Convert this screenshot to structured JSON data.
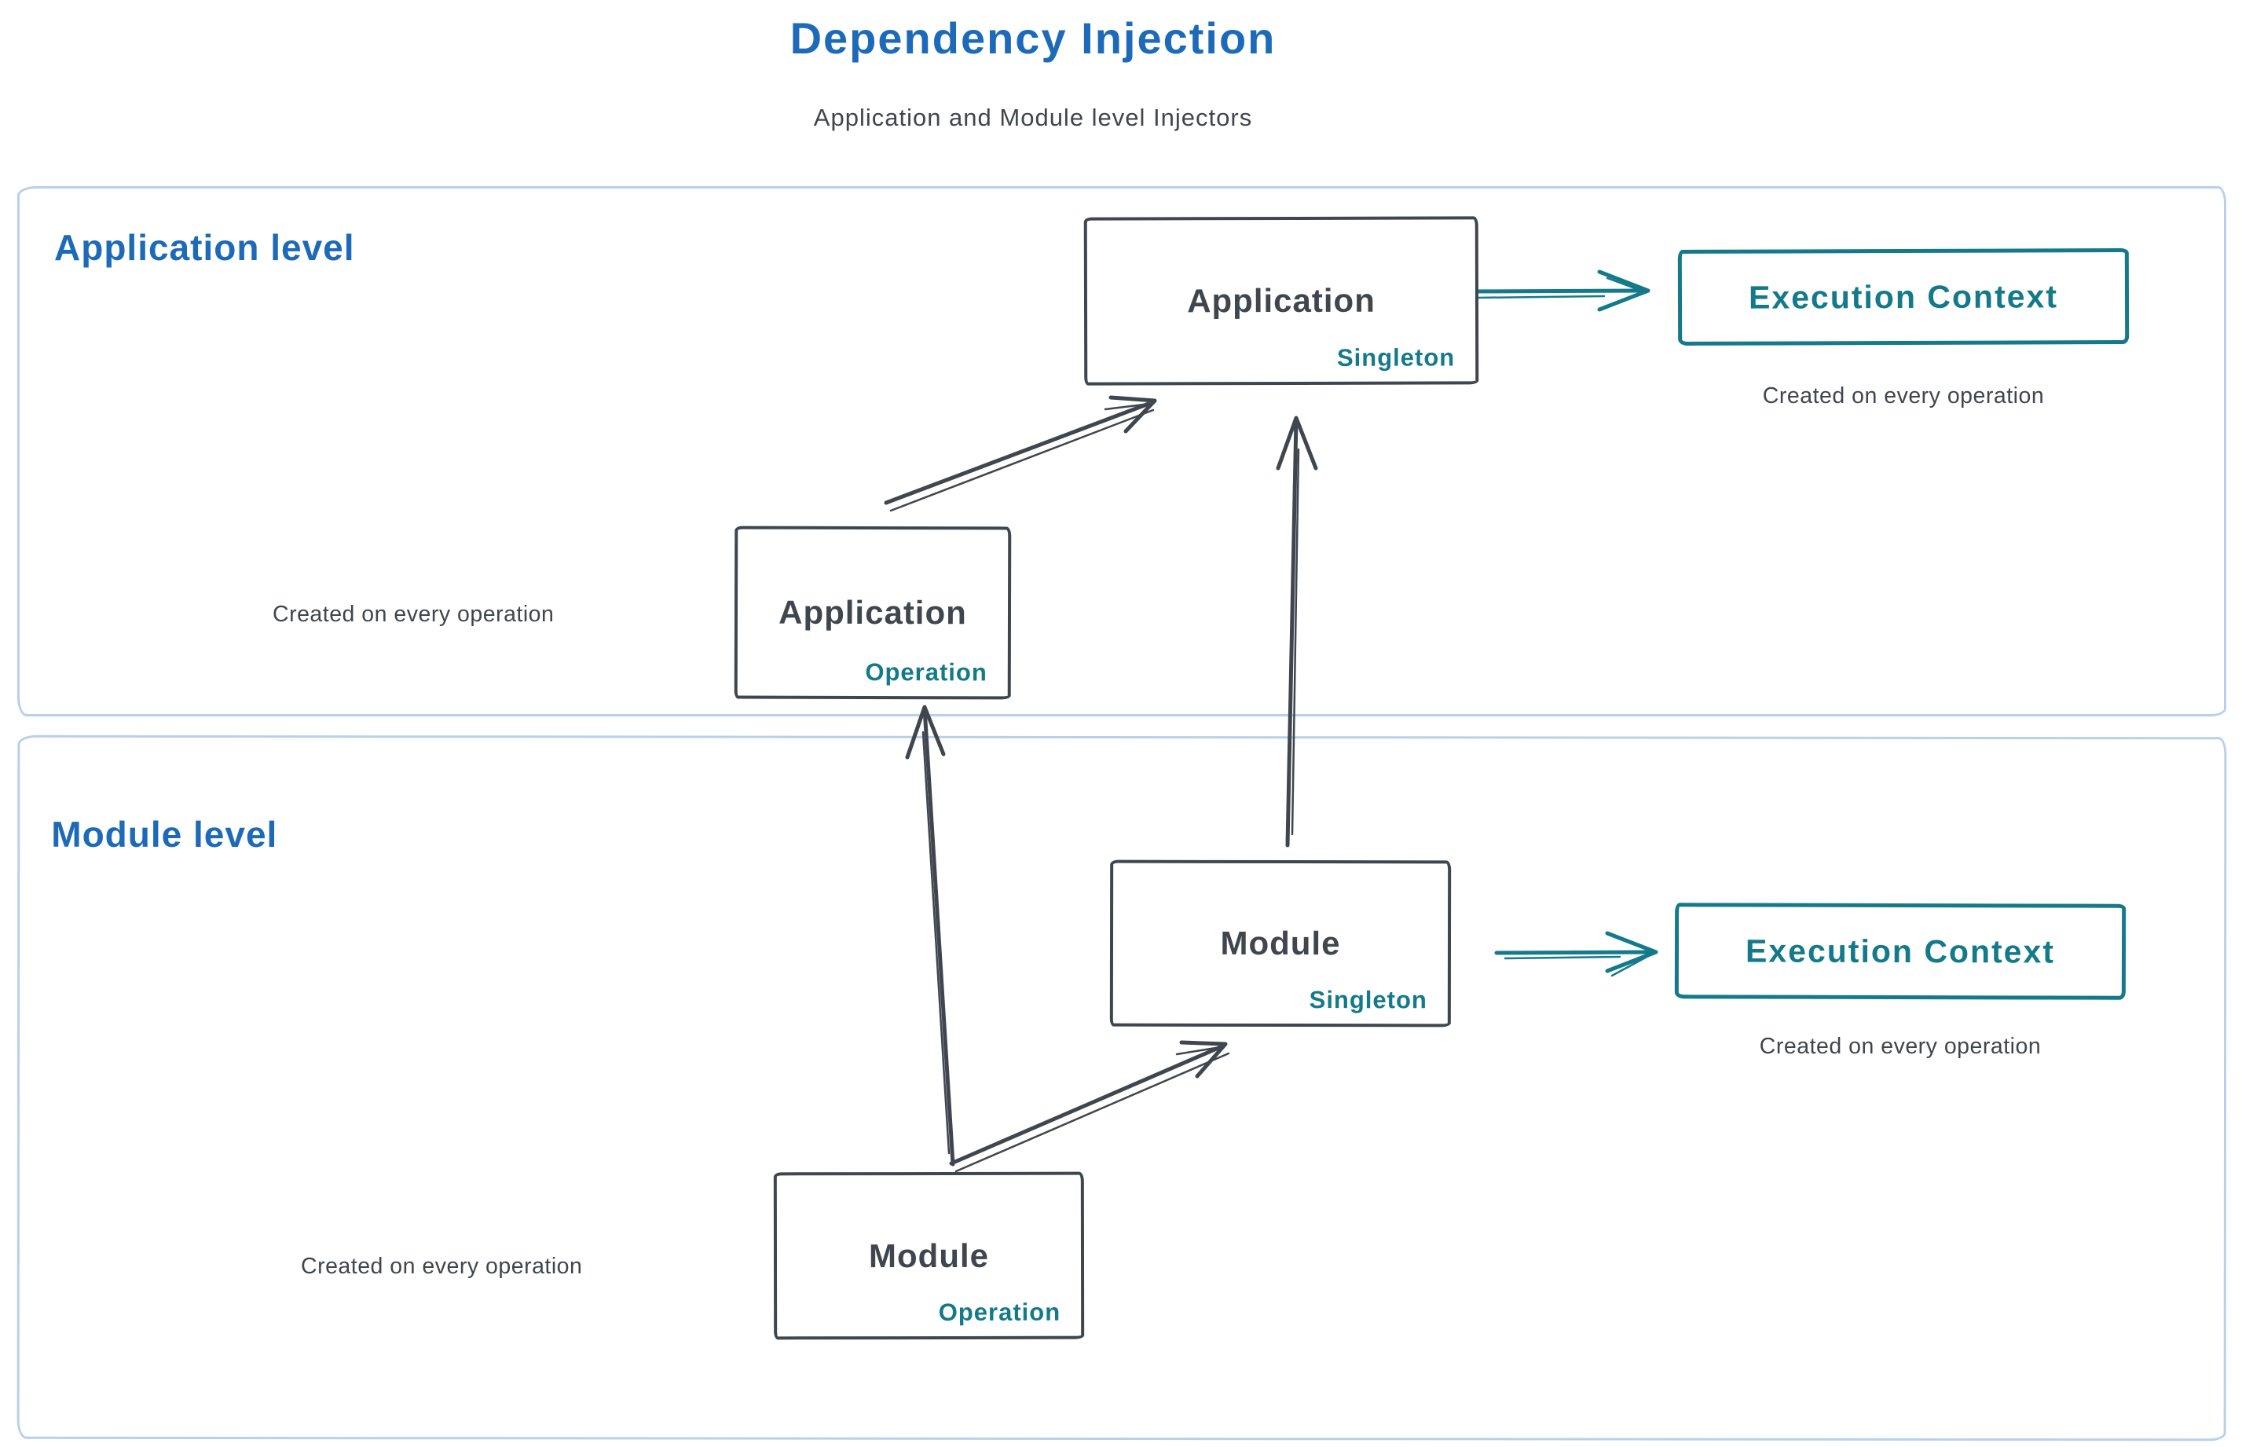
{
  "title": "Dependency Injection",
  "subtitle": "Application and Module level Injectors",
  "sections": {
    "application": {
      "label": "Application level"
    },
    "module": {
      "label": "Module level"
    }
  },
  "nodes": {
    "app_singleton": {
      "title": "Application",
      "tag": "Singleton"
    },
    "app_execution_context": {
      "title": "Execution Context",
      "caption": "Created on every operation"
    },
    "app_operation": {
      "title": "Application",
      "tag": "Operation",
      "caption": "Created on every operation"
    },
    "module_singleton": {
      "title": "Module",
      "tag": "Singleton"
    },
    "module_execution_context": {
      "title": "Execution Context",
      "caption": "Created on every operation"
    },
    "module_operation": {
      "title": "Module",
      "tag": "Operation",
      "caption": "Created on every operation"
    }
  },
  "edges": [
    {
      "from": "app_operation",
      "to": "app_singleton",
      "style": "sketch-arrow",
      "color": "#3f464e"
    },
    {
      "from": "module_singleton",
      "to": "app_singleton",
      "style": "sketch-arrow",
      "color": "#3f464e"
    },
    {
      "from": "module_operation",
      "to": "app_operation",
      "style": "sketch-arrow",
      "color": "#3f464e"
    },
    {
      "from": "module_operation",
      "to": "module_singleton",
      "style": "sketch-arrow",
      "color": "#3f464e"
    },
    {
      "from": "app_singleton",
      "to": "app_execution_context",
      "style": "sketch-arrow",
      "color": "#147a8a"
    },
    {
      "from": "module_singleton",
      "to": "module_execution_context",
      "style": "sketch-arrow",
      "color": "#147a8a"
    }
  ],
  "colors": {
    "title_blue": "#1d6ab8",
    "teal": "#147a8a",
    "dark_gray": "#3f464e",
    "section_border_blue": "#b8d0ea",
    "background": "#ffffff"
  }
}
